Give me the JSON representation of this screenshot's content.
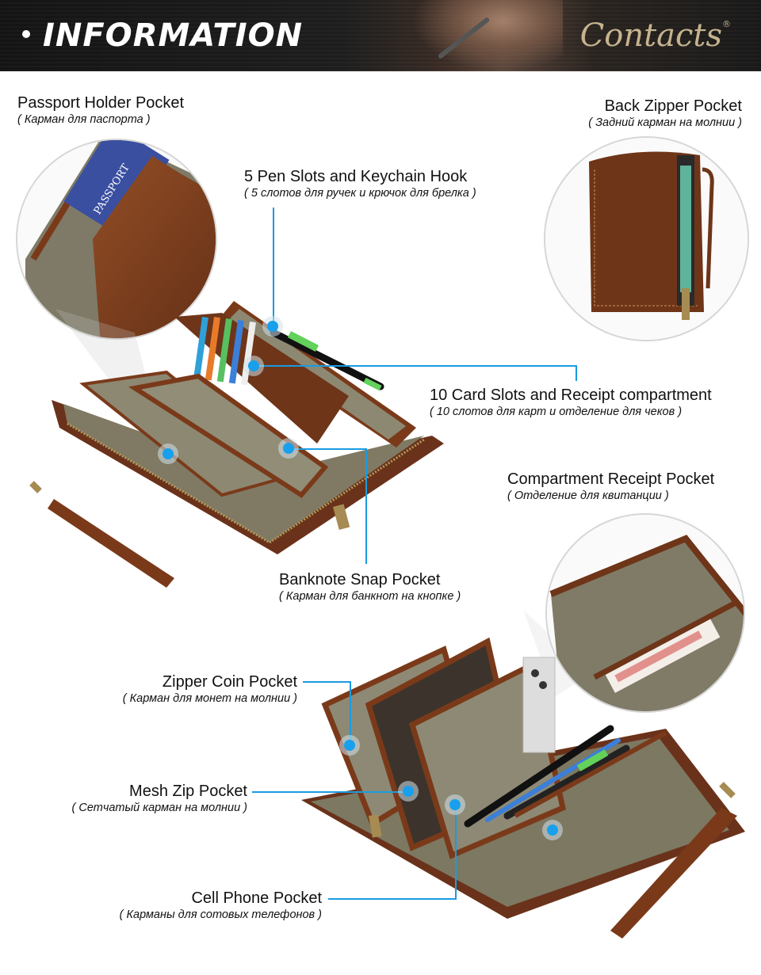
{
  "header": {
    "title": "INFORMATION",
    "brand": "Contacts",
    "brand_mark": "®"
  },
  "features": [
    {
      "id": "passport",
      "title": "Passport Holder Pocket",
      "subtitle": "( Карман для паспорта )"
    },
    {
      "id": "back-zipper",
      "title": "Back Zipper Pocket",
      "subtitle": "( Задний карман на молнии )"
    },
    {
      "id": "pen-slots",
      "title": "5 Pen Slots and Keychain Hook",
      "subtitle": "( 5 слотов для ручек и крючок для брелка )"
    },
    {
      "id": "card-slots",
      "title": "10 Card Slots and Receipt compartment",
      "subtitle": "( 10 слотов для карт и отделение для чеков )"
    },
    {
      "id": "receipt",
      "title": "Compartment Receipt Pocket",
      "subtitle": "( Отделение для квитанции )"
    },
    {
      "id": "banknote",
      "title": "Banknote Snap Pocket",
      "subtitle": "( Карман для банкнот на кнопке )"
    },
    {
      "id": "coin",
      "title": "Zipper Coin Pocket",
      "subtitle": "( Карман для монет на молнии )"
    },
    {
      "id": "mesh",
      "title": "Mesh Zip Pocket",
      "subtitle": "( Сетчатый карман на молнии )"
    },
    {
      "id": "phone",
      "title": "Cell Phone Pocket",
      "subtitle": "( Карманы для сотовых телефонов )"
    }
  ],
  "images": {
    "passport_text": "PASSPORT"
  },
  "colors": {
    "accent": "#1a9be0",
    "leather": "#6e361b",
    "canvas": "#85806c",
    "banner": "#1a1a1a",
    "brand": "#c6b48f"
  }
}
